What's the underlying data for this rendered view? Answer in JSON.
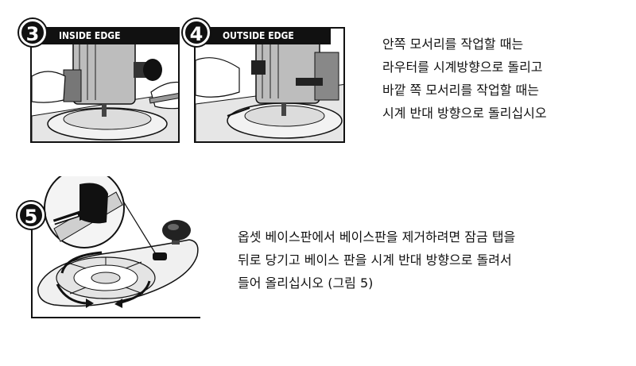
{
  "figure3": {
    "number": "3",
    "label": "INSIDE EDGE"
  },
  "figure4": {
    "number": "4",
    "label": "OUTSIDE EDGE"
  },
  "figure5": {
    "number": "5"
  },
  "instruction_1": [
    "안쪽 모서리를 작업할 때는",
    "라우터를 시계방향으로 돌리고",
    "바깥 쪽 모서리를 작업할 때는",
    "시계 반대 방향으로 돌리십시오"
  ],
  "instruction_2": [
    "옵셋 베이스판에서 베이스판을 제거하려면 잠금 탭을",
    "뒤로 당기고 베이스 판을 시계 반대 방향으로 돌려서",
    "들어 올리십시오 (그림 5)"
  ]
}
